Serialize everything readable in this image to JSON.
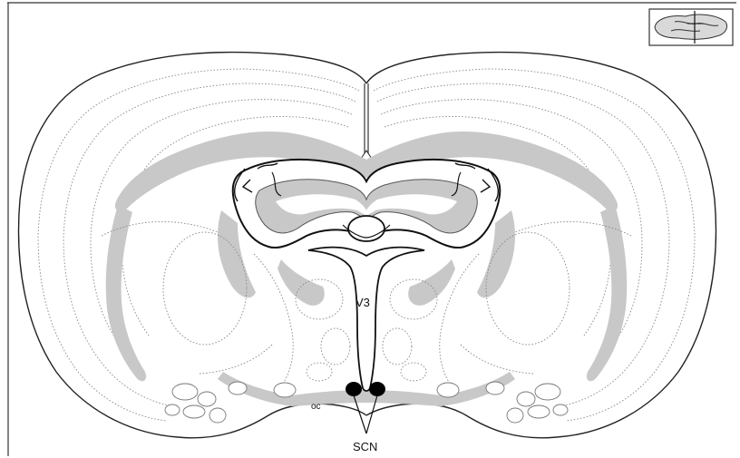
{
  "labels": {
    "third_ventricle": "V3",
    "optic_chiasm": "oc",
    "suprachiasmatic_nucleus": "SCN"
  },
  "colors": {
    "outline": "#222222",
    "dotted_layers": "#8a8a8a",
    "white_matter": "#c8c8c8",
    "scn_fill": "#000000",
    "background": "#ffffff"
  },
  "inset": {
    "icon": "sagittal-brain-thumbnail"
  }
}
